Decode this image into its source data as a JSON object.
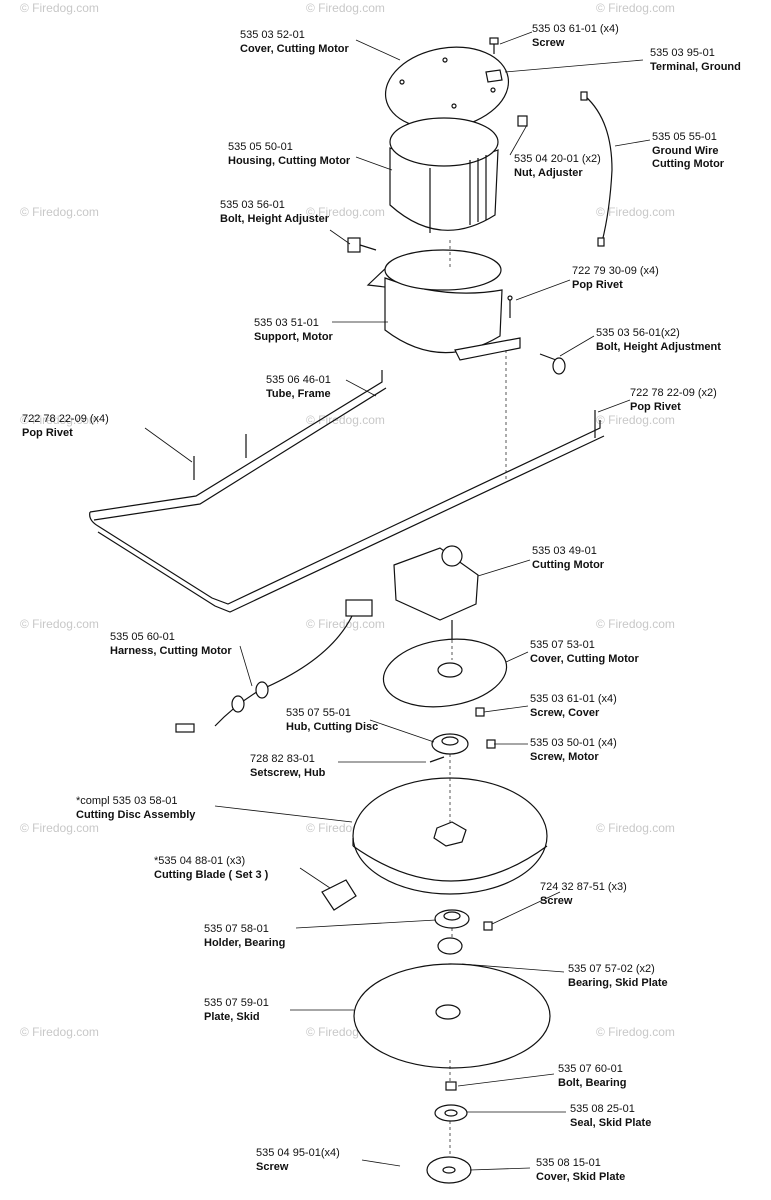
{
  "watermark": "© Firedog.com",
  "parts": [
    {
      "number": "535 03 52-01",
      "name": "Cover, Cutting Motor"
    },
    {
      "number": "535 03 61-01 (x4)",
      "name": "Screw"
    },
    {
      "number": "535 03 95-01",
      "name": "Terminal, Ground"
    },
    {
      "number": "535 05 50-01",
      "name": "Housing, Cutting Motor"
    },
    {
      "number": "535 04 20-01 (x2)",
      "name": "Nut, Adjuster"
    },
    {
      "number": "535 05 55-01",
      "name": "Ground Wire\nCutting Motor"
    },
    {
      "number": "535 03 56-01",
      "name": "Bolt, Height Adjuster"
    },
    {
      "number": "722 79 30-09 (x4)",
      "name": "Pop Rivet"
    },
    {
      "number": "535 03 51-01",
      "name": "Support, Motor"
    },
    {
      "number": "535 03 56-01(x2)",
      "name": "Bolt, Height Adjustment"
    },
    {
      "number": "535 06 46-01",
      "name": "Tube, Frame"
    },
    {
      "number": "722 78 22-09 (x2)",
      "name": "Pop Rivet"
    },
    {
      "number": "722 78 22-09 (x4)",
      "name": "Pop Rivet"
    },
    {
      "number": "535 03 49-01",
      "name": "Cutting Motor"
    },
    {
      "number": "535 05 60-01",
      "name": "Harness, Cutting Motor"
    },
    {
      "number": "535 07 53-01",
      "name": "Cover, Cutting Motor"
    },
    {
      "number": "535 03 61-01 (x4)",
      "name": "Screw, Cover"
    },
    {
      "number": "535 07 55-01",
      "name": "Hub, Cutting Disc"
    },
    {
      "number": "535 03 50-01 (x4)",
      "name": "Screw, Motor"
    },
    {
      "number": "728 82 83-01",
      "name": "Setscrew, Hub"
    },
    {
      "number": "*compl 535 03 58-01",
      "name": "Cutting Disc Assembly"
    },
    {
      "number": "*535 04 88-01 (x3)",
      "name": "Cutting Blade ( Set 3 )"
    },
    {
      "number": "724 32 87-51 (x3)",
      "name": "Screw"
    },
    {
      "number": "535 07 58-01",
      "name": "Holder, Bearing"
    },
    {
      "number": "535 07 57-02 (x2)",
      "name": "Bearing, Skid Plate"
    },
    {
      "number": "535 07 59-01",
      "name": "Plate, Skid"
    },
    {
      "number": "535 07 60-01",
      "name": "Bolt, Bearing"
    },
    {
      "number": "535 08 25-01",
      "name": "Seal, Skid Plate"
    },
    {
      "number": "535 04 95-01(x4)",
      "name": "Screw"
    },
    {
      "number": "535 08 15-01",
      "name": "Cover, Skid Plate"
    }
  ]
}
